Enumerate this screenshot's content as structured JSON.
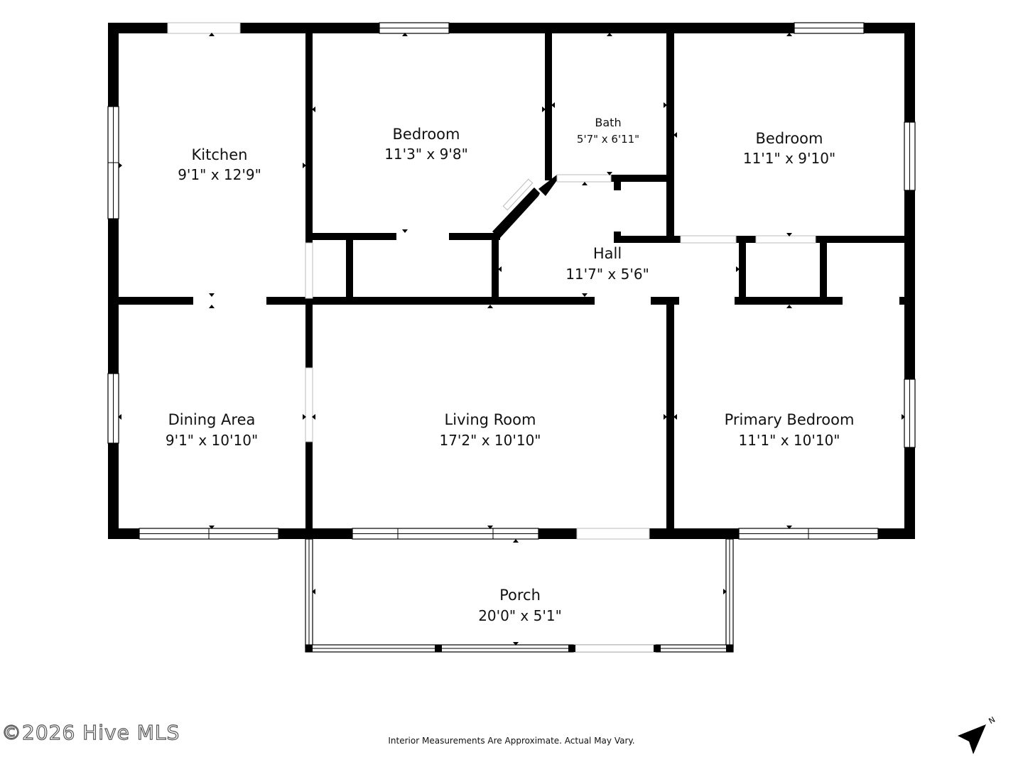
{
  "rooms": {
    "kitchen": {
      "name": "Kitchen",
      "dims": "9'1\" x 12'9\""
    },
    "bedroom2": {
      "name": "Bedroom",
      "dims": "11'3\" x 9'8\""
    },
    "bath": {
      "name": "Bath",
      "dims": "5'7\" x 6'11\""
    },
    "bedroom3": {
      "name": "Bedroom",
      "dims": "11'1\" x 9'10\""
    },
    "hall": {
      "name": "Hall",
      "dims": "11'7\" x 5'6\""
    },
    "dining": {
      "name": "Dining Area",
      "dims": "9'1\" x 10'10\""
    },
    "living": {
      "name": "Living Room",
      "dims": "17'2\" x 10'10\""
    },
    "primary": {
      "name": "Primary Bedroom",
      "dims": "11'1\" x 10'10\""
    },
    "porch": {
      "name": "Porch",
      "dims": "20'0\" x 5'1\""
    }
  },
  "footer": {
    "copyright": "©2026 Hive MLS",
    "disclaimer": "Interior Measurements Are Approximate. Actual May Vary.",
    "north_label": "N"
  },
  "icons": {
    "compass": "north-arrow-icon"
  }
}
